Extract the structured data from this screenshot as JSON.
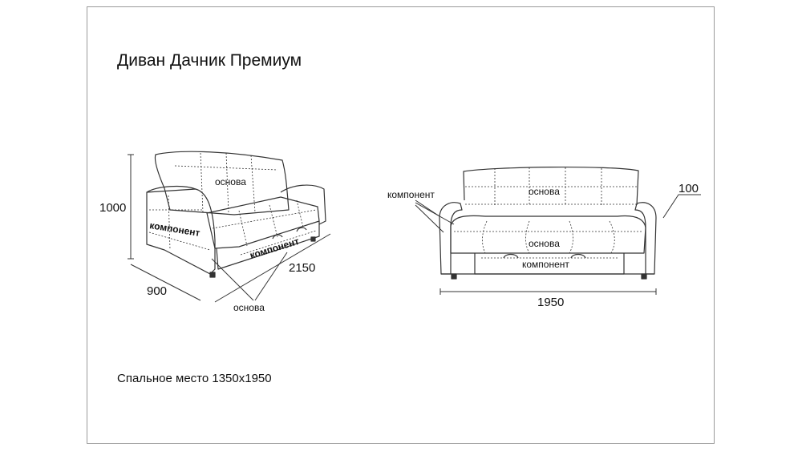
{
  "title": "Диван Дачник Премиум",
  "sleeping_area": "Спальное место 1350х1950",
  "left_view": {
    "height": "1000",
    "depth": "900",
    "length": "2150",
    "label_back": "основа",
    "label_arm": "компонент",
    "label_drawer": "компонент",
    "label_base": "основа"
  },
  "right_view": {
    "width": "1950",
    "arm_width": "100",
    "label_component": "компонент",
    "label_back": "основа",
    "label_seat": "основа",
    "label_drawer": "компонент"
  }
}
